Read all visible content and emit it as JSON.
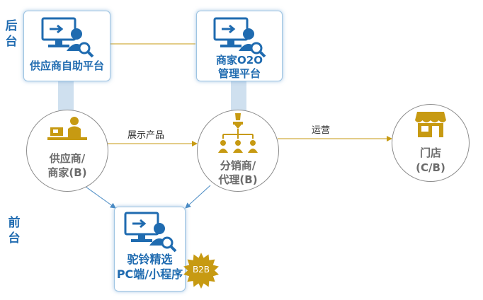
{
  "side_labels": {
    "back": "后台",
    "front": "前台"
  },
  "platforms": {
    "supplier_platform": {
      "label": "供应商自助平台"
    },
    "merchant_platform": {
      "line1": "商家O2O",
      "line2": "管理平台"
    },
    "frontend_platform": {
      "line1": "驼铃精选",
      "line2": "PC端/小程序"
    }
  },
  "nodes": {
    "supplier": {
      "line1": "供应商/",
      "line2": "商家(B)"
    },
    "distributor": {
      "line1": "分销商/",
      "line2": "代理(B)"
    },
    "store": {
      "line1": "门店",
      "line2": "(C/B)"
    }
  },
  "edges": {
    "show_products": "展示产品",
    "operate": "运营"
  },
  "badge": {
    "text": "B2B"
  },
  "colors": {
    "blue": "#1f6bb0",
    "gold": "#c79a12",
    "gray": "#8c8c8c",
    "connector": "#cfe0ef"
  }
}
